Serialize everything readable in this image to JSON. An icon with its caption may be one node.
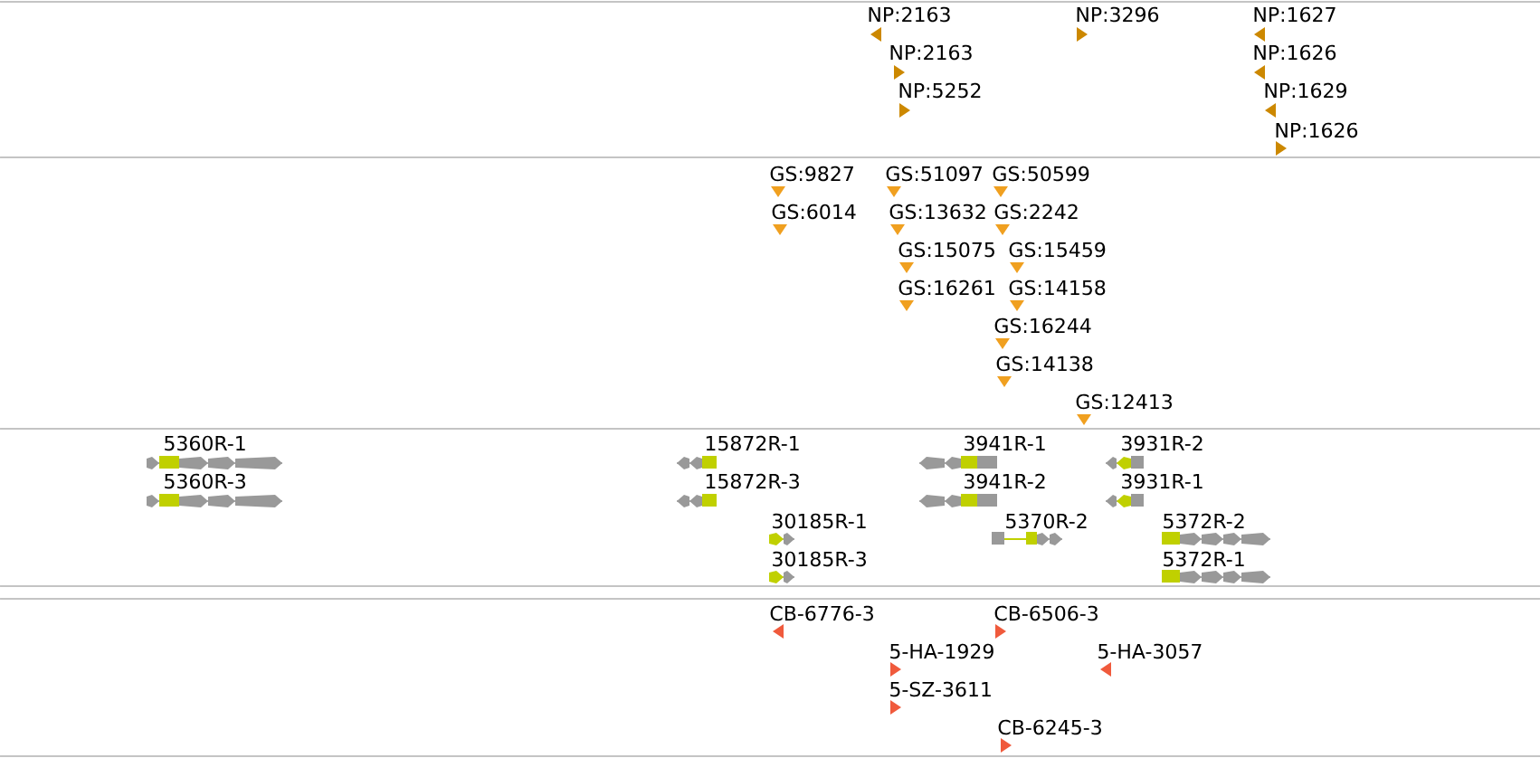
{
  "diagram": {
    "nodes": [
      {
        "text": [
          "NP:2163"
        ]
      },
      {
        "text": [
          "NP:2163"
        ]
      },
      {
        "text": [
          "NP:5252"
        ]
      },
      {
        "text": [
          "NP:3296"
        ]
      },
      {
        "text": [
          "NP:1627"
        ]
      },
      {
        "text": [
          "NP:1626"
        ]
      },
      {
        "text": [
          "NP:1629"
        ]
      },
      {
        "text": [
          "NP:1626"
        ]
      },
      {
        "text": [
          "GS:9827"
        ]
      },
      {
        "text": [
          "GS:51097"
        ]
      },
      {
        "text": [
          "GS:50599"
        ]
      },
      {
        "text": [
          "GS:6014"
        ]
      },
      {
        "text": [
          "GS:13632"
        ]
      },
      {
        "text": [
          "GS:2242"
        ]
      },
      {
        "text": [
          "GS:15075"
        ]
      },
      {
        "text": [
          "GS:15459"
        ]
      },
      {
        "text": [
          "GS:16261"
        ]
      },
      {
        "text": [
          "GS:14158"
        ]
      },
      {
        "text": [
          "GS:16244"
        ]
      },
      {
        "text": [
          "GS:14138"
        ]
      },
      {
        "text": [
          "GS:12413"
        ]
      },
      {
        "text": [
          "5360R-1"
        ]
      },
      {
        "text": [
          "15872R-1"
        ]
      },
      {
        "text": [
          "3941R-1"
        ]
      },
      {
        "text": [
          "3931R-2"
        ]
      },
      {
        "text": [
          "5360R-3"
        ]
      },
      {
        "text": [
          "15872R-3"
        ]
      },
      {
        "text": [
          "3941R-2"
        ]
      },
      {
        "text": [
          "3931R-1"
        ]
      },
      {
        "text": [
          "30185R-1"
        ]
      },
      {
        "text": [
          "5370R-2"
        ]
      },
      {
        "text": [
          "5372R-2"
        ]
      },
      {
        "text": [
          "30185R-3"
        ]
      },
      {
        "text": [
          "5372R-1"
        ]
      },
      {
        "text": [
          "CB-6776-3"
        ]
      },
      {
        "text": [
          "CB-6506-3"
        ]
      },
      {
        "text": [
          "5-HA-1929"
        ]
      },
      {
        "text": [
          "5-HA-3057"
        ]
      },
      {
        "text": [
          "5-SZ-3611"
        ]
      },
      {
        "text": [
          "CB-6245-3"
        ]
      }
    ]
  }
}
